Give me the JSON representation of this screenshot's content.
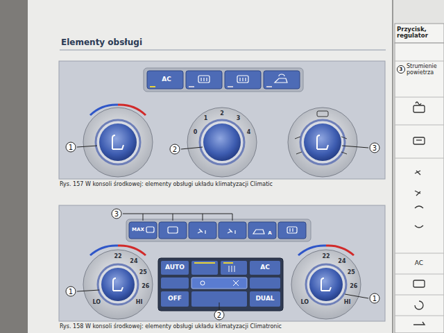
{
  "diagram": {
    "title": "Elementy obsługi",
    "labels": [
      "AC",
      "0",
      "1",
      "2",
      "3",
      "4",
      "1",
      "2",
      "3",
      "Rys. 157  W konsoli środkowej: elementy obsługi układu klimatyzacji Climatic",
      "3",
      "MAX",
      "A",
      "AUTO",
      "AC",
      "OFF",
      "DUAL",
      "22",
      "24",
      "25",
      "26",
      "HI",
      "LO",
      "22",
      "24",
      "25",
      "26",
      "HI",
      "LO",
      "1",
      "2",
      "1",
      "Rys. 158  W konsoli środkowej: elementy obsługi układu klimatyzacji Climatronic",
      "Przycisk, regulator",
      "3",
      "Strumienie powietrza",
      "AC"
    ]
  }
}
